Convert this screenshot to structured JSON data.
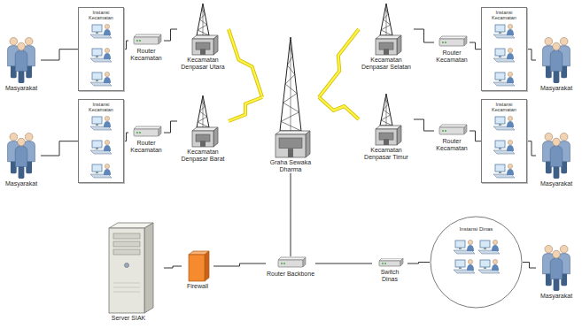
{
  "diagram": {
    "nodes": [
      {
        "text": [
          "Masyarakat"
        ]
      },
      {
        "text": [
          "Instansi Kecamatan"
        ]
      },
      {
        "text": [
          "Router Kecamatan"
        ]
      },
      {
        "text": [
          "Kecamatan Denpasar Utara"
        ]
      },
      {
        "text": [
          "Kecamatan Denpasar Selatan"
        ]
      },
      {
        "text": [
          "Router Kecamatan"
        ]
      },
      {
        "text": [
          "Instansi Kecamatan"
        ]
      },
      {
        "text": [
          "Masyarakat"
        ]
      },
      {
        "text": [
          "Masyarakat"
        ]
      },
      {
        "text": [
          "Instansi Kecamatan"
        ]
      },
      {
        "text": [
          "Router Kecamatan"
        ]
      },
      {
        "text": [
          "Kecamatan Denpasar Barat"
        ]
      },
      {
        "text": [
          "Graha Sewaka Dharma"
        ]
      },
      {
        "text": [
          "Kecamatan Denpasar Timur"
        ]
      },
      {
        "text": [
          "Router Kecamatan"
        ]
      },
      {
        "text": [
          "Instansi Kecamatan"
        ]
      },
      {
        "text": [
          "Masyarakat"
        ]
      },
      {
        "text": [
          "Server SIAK"
        ]
      },
      {
        "text": [
          "Firewall"
        ]
      },
      {
        "text": [
          "Router Backbone"
        ]
      },
      {
        "text": [
          "Switch Dinas"
        ]
      },
      {
        "text": [
          "Instansi Dinas"
        ]
      },
      {
        "text": [
          "Masyarakat"
        ]
      }
    ],
    "edges": [
      {
        "from": 0,
        "to": 1,
        "arrow": "none"
      },
      {
        "from": 1,
        "to": 2,
        "arrow": "none"
      },
      {
        "from": 2,
        "to": 3,
        "arrow": "none"
      },
      {
        "from": 3,
        "to": 12,
        "arrow": "none"
      },
      {
        "from": 7,
        "to": 6,
        "arrow": "none"
      },
      {
        "from": 6,
        "to": 5,
        "arrow": "none"
      },
      {
        "from": 5,
        "to": 4,
        "arrow": "none"
      },
      {
        "from": 4,
        "to": 12,
        "arrow": "none"
      },
      {
        "from": 8,
        "to": 9,
        "arrow": "none"
      },
      {
        "from": 9,
        "to": 10,
        "arrow": "none"
      },
      {
        "from": 10,
        "to": 11,
        "arrow": "none"
      },
      {
        "from": 11,
        "to": 12,
        "arrow": "none"
      },
      {
        "from": 16,
        "to": 15,
        "arrow": "none"
      },
      {
        "from": 15,
        "to": 14,
        "arrow": "none"
      },
      {
        "from": 14,
        "to": 13,
        "arrow": "none"
      },
      {
        "from": 13,
        "to": 12,
        "arrow": "none"
      },
      {
        "from": 12,
        "to": 19,
        "arrow": "none"
      },
      {
        "from": 19,
        "to": 18,
        "arrow": "none"
      },
      {
        "from": 18,
        "to": 17,
        "arrow": "none"
      },
      {
        "from": 19,
        "to": 20,
        "arrow": "none"
      },
      {
        "from": 20,
        "to": 21,
        "arrow": "none"
      },
      {
        "from": 21,
        "to": 22,
        "arrow": "none"
      }
    ]
  }
}
